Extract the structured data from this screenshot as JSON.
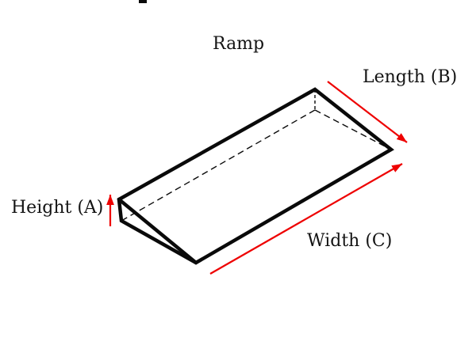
{
  "diagram": {
    "title": "Ramp",
    "figure": "ramp-wedge-3d-outline",
    "labels": {
      "height": "Height (A)",
      "length": "Length (B)",
      "width": "Width (C)"
    },
    "colors": {
      "outline": "#0a0a0a",
      "arrow": "#ee0000"
    }
  }
}
